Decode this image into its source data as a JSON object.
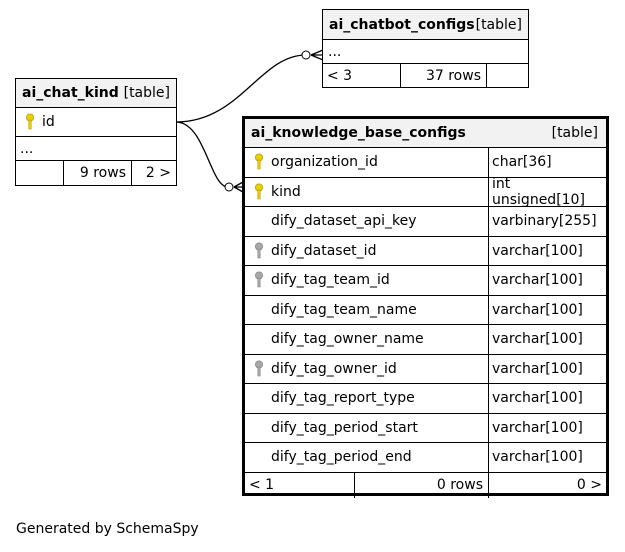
{
  "tables": {
    "chatbot": {
      "name": "ai_chatbot_configs",
      "kind": "[table]",
      "ellipsis": "...",
      "nav_left": "< 3",
      "rows": "37 rows",
      "nav_right": ""
    },
    "chat_kind": {
      "name": "ai_chat_kind",
      "kind": "[table]",
      "column": "id",
      "ellipsis": "...",
      "nav_left": "",
      "rows": "9 rows",
      "nav_right": "2 >"
    },
    "kb": {
      "name": "ai_knowledge_base_configs",
      "kind": "[table]",
      "columns": [
        {
          "name": "organization_id",
          "type": "char[36]",
          "key": "primary"
        },
        {
          "name": "kind",
          "type": "int unsigned[10]",
          "key": "primary"
        },
        {
          "name": "dify_dataset_api_key",
          "type": "varbinary[255]",
          "key": ""
        },
        {
          "name": "dify_dataset_id",
          "type": "varchar[100]",
          "key": "index"
        },
        {
          "name": "dify_tag_team_id",
          "type": "varchar[100]",
          "key": "index"
        },
        {
          "name": "dify_tag_team_name",
          "type": "varchar[100]",
          "key": ""
        },
        {
          "name": "dify_tag_owner_name",
          "type": "varchar[100]",
          "key": ""
        },
        {
          "name": "dify_tag_owner_id",
          "type": "varchar[100]",
          "key": "index"
        },
        {
          "name": "dify_tag_report_type",
          "type": "varchar[100]",
          "key": ""
        },
        {
          "name": "dify_tag_period_start",
          "type": "varchar[100]",
          "key": ""
        },
        {
          "name": "dify_tag_period_end",
          "type": "varchar[100]",
          "key": ""
        }
      ],
      "nav_left": "< 1",
      "rows": "0 rows",
      "nav_right": "0 >"
    }
  },
  "colors": {
    "primary_key": "#e8d000",
    "index_key": "#a8a8a8",
    "header_bg": "#f2f2f2"
  },
  "footer": "Generated by SchemaSpy"
}
